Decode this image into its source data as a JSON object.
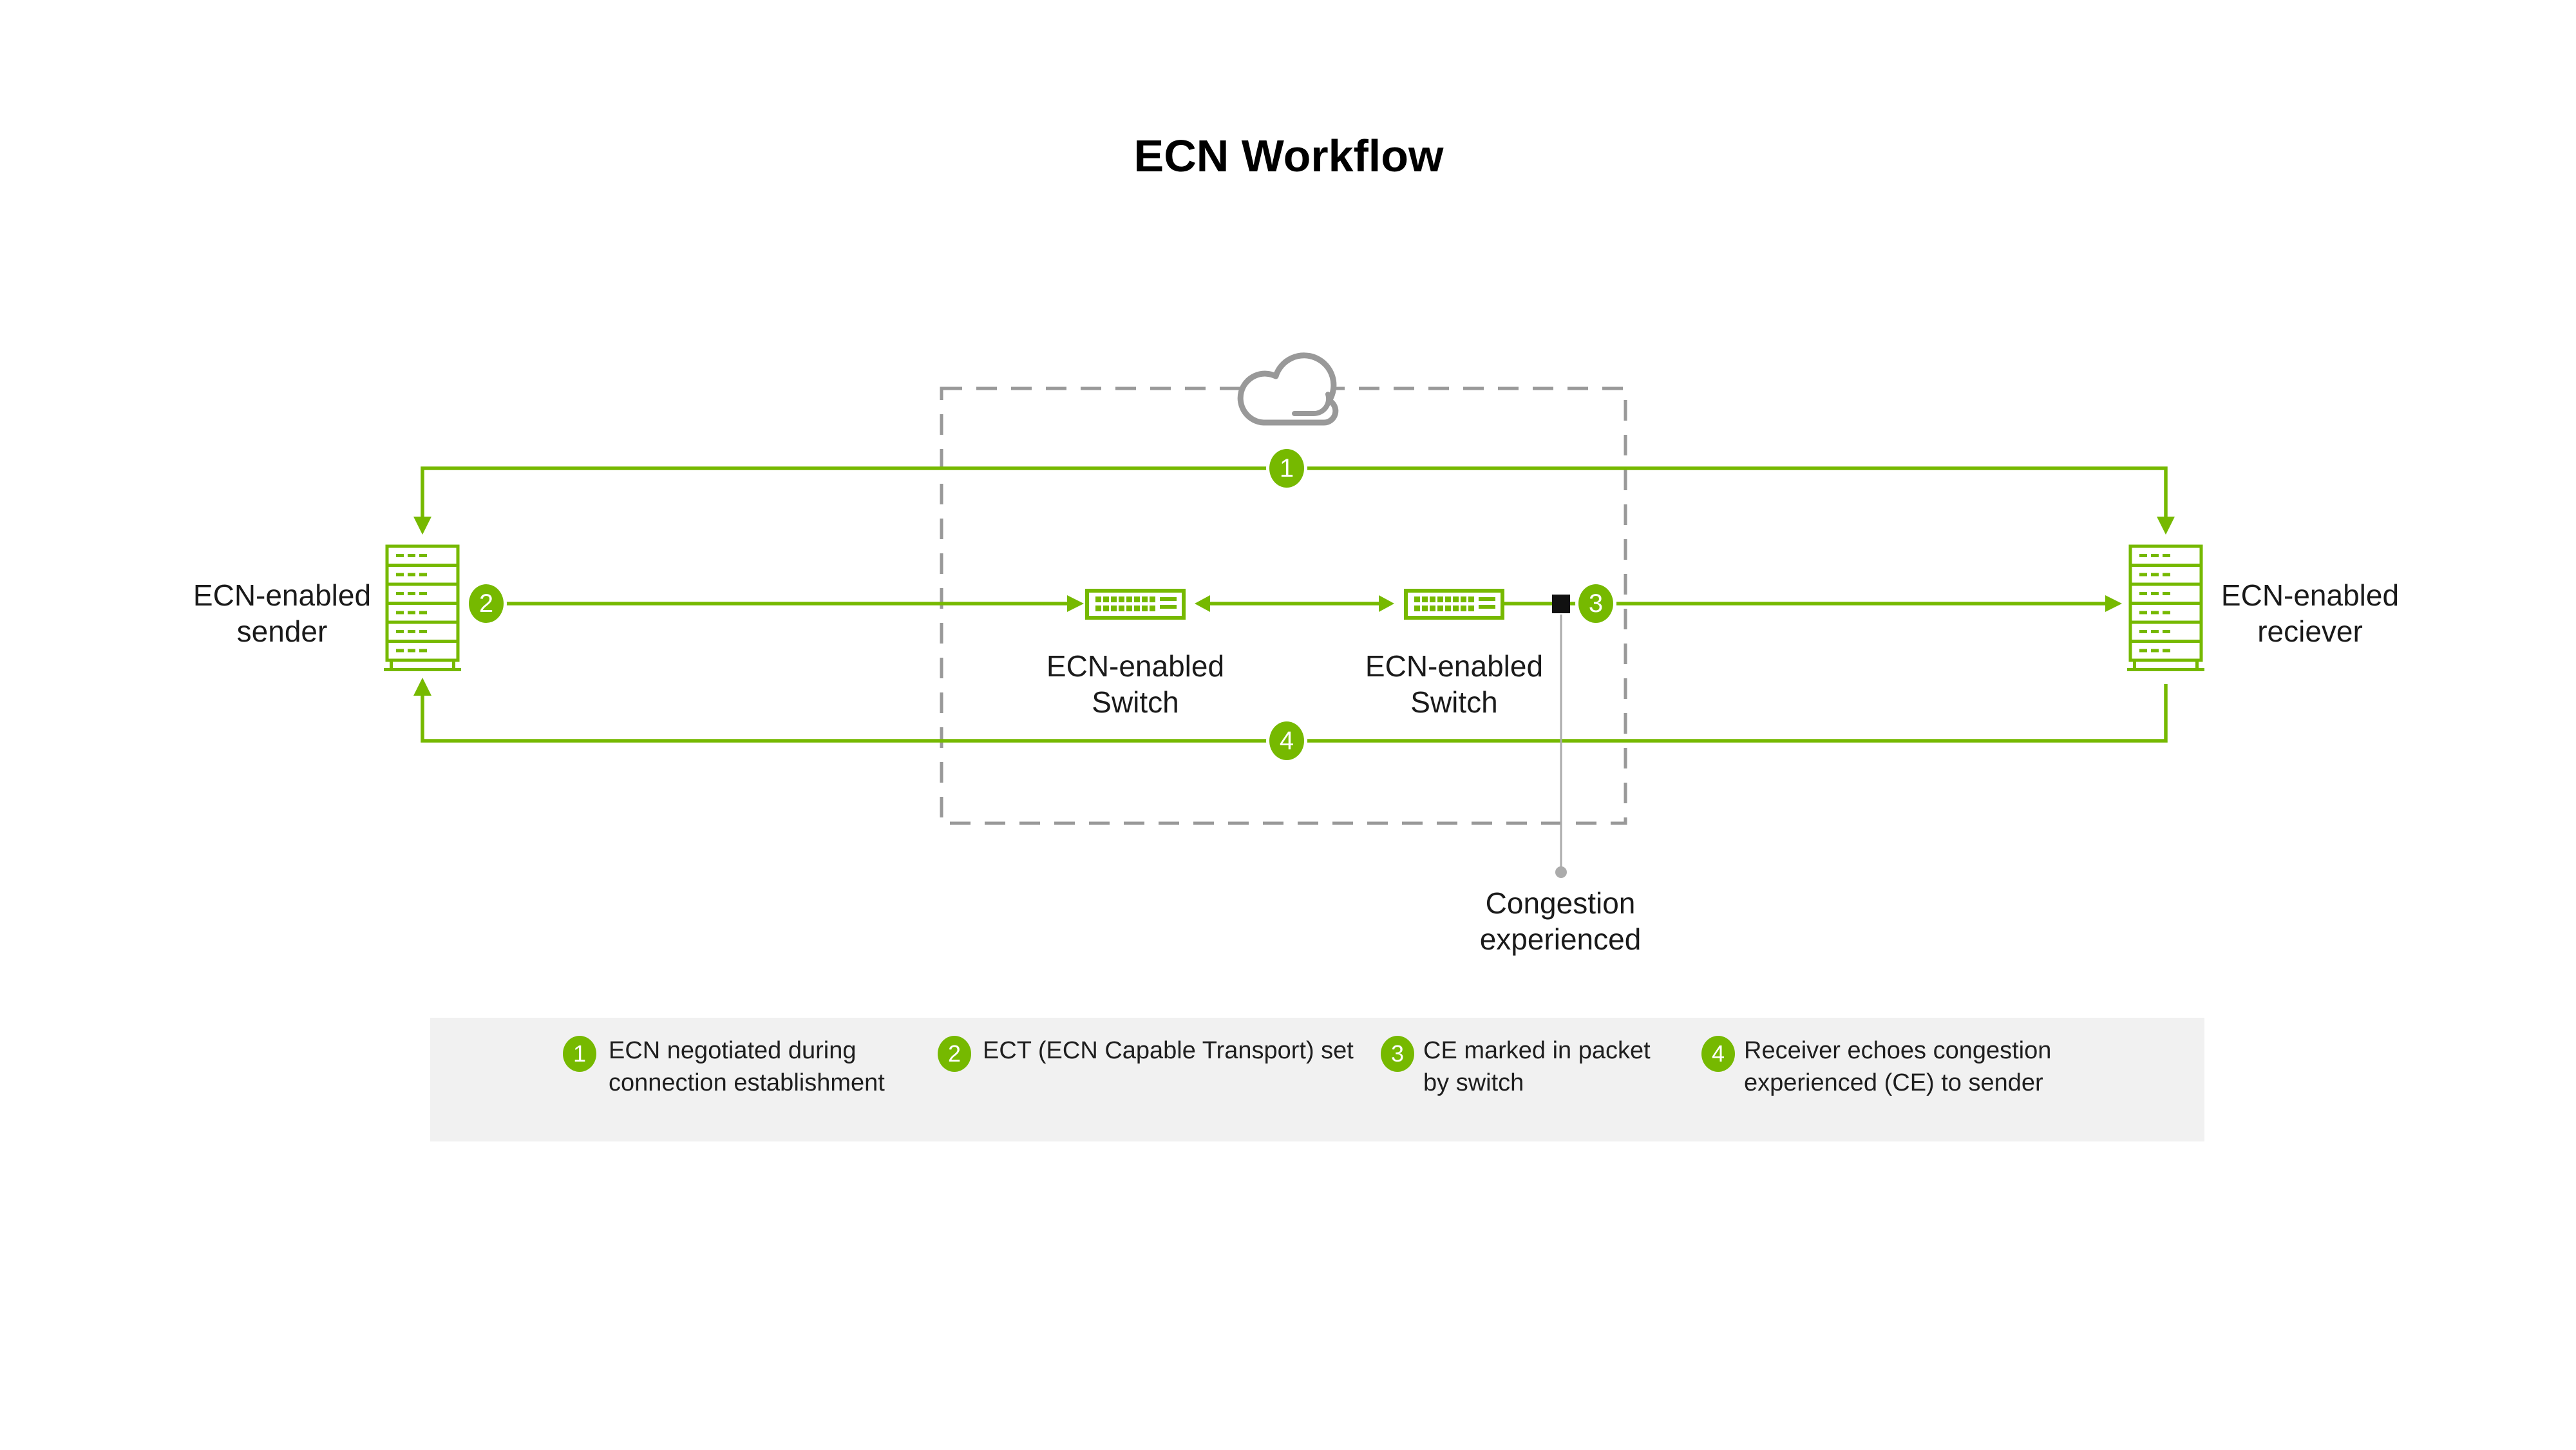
{
  "title": "ECN Workflow",
  "colors": {
    "accent_green": "#76b900",
    "boundary_gray": "#999999",
    "connector_gray": "#ababab",
    "legend_bg": "#f1f1f1",
    "text_dark": "#1a1a1a",
    "marker_black": "#111111"
  },
  "nodes": {
    "sender": {
      "label": "ECN-enabled\nsender"
    },
    "switch_left": {
      "label": "ECN-enabled\nSwitch"
    },
    "switch_right": {
      "label": "ECN-enabled\nSwitch"
    },
    "receiver": {
      "label": "ECN-enabled\nreciever"
    }
  },
  "icons": {
    "cloud": "cloud-icon",
    "sender": "server-rack-icon",
    "receiver": "server-rack-icon",
    "switch_left": "network-switch-icon",
    "switch_right": "network-switch-icon",
    "congestion_point": "black-square-marker"
  },
  "steps": [
    "1",
    "2",
    "3",
    "4"
  ],
  "annotations": {
    "congestion": "Congestion\nexperienced"
  },
  "legend": {
    "items": [
      {
        "num": "1",
        "text": "ECN negotiated during\nconnection establishment"
      },
      {
        "num": "2",
        "text": "ECT (ECN Capable Transport) set"
      },
      {
        "num": "3",
        "text": "CE marked in packet\nby switch"
      },
      {
        "num": "4",
        "text": "Receiver echoes congestion\nexperienced (CE) to sender"
      }
    ]
  }
}
